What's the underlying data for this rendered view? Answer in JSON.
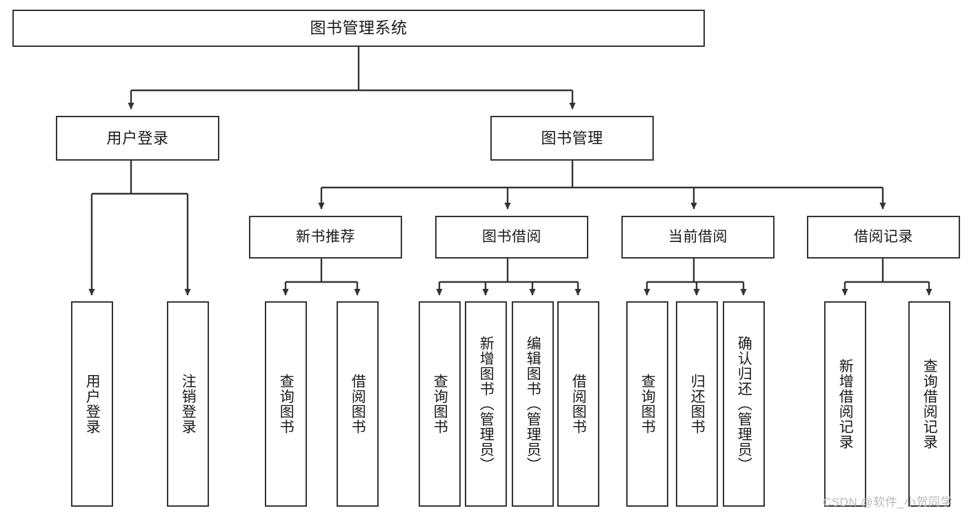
{
  "diagram": {
    "type": "hierarchy-tree",
    "title": "图书管理系统",
    "watermark": "CSDN @软件_小贺同学",
    "colors": {
      "stroke": "#333333",
      "fill": "#ffffff",
      "text": "#1a1a1a",
      "watermark": "#b8b8b8"
    },
    "nodes": {
      "root": {
        "label": "图书管理系统"
      },
      "level2": [
        {
          "label": "用户登录"
        },
        {
          "label": "图书管理"
        }
      ],
      "level3": [
        {
          "label": "新书推荐"
        },
        {
          "label": "图书借阅"
        },
        {
          "label": "当前借阅"
        },
        {
          "label": "借阅记录"
        }
      ],
      "leaves": [
        {
          "label": "用户登录"
        },
        {
          "label": "注销登录"
        },
        {
          "label": "查询图书"
        },
        {
          "label": "借阅图书"
        },
        {
          "label": "查询图书"
        },
        {
          "label": "新增图书（管理员）"
        },
        {
          "label": "编辑图书（管理员）"
        },
        {
          "label": "借阅图书"
        },
        {
          "label": "查询图书"
        },
        {
          "label": "归还图书"
        },
        {
          "label": "确认归还（管理员）"
        },
        {
          "label": "新增借阅记录"
        },
        {
          "label": "查询借阅记录"
        }
      ]
    },
    "edges": [
      {
        "from": "图书管理系统",
        "to": "用户登录"
      },
      {
        "from": "图书管理系统",
        "to": "图书管理"
      },
      {
        "from": "用户登录",
        "to": "用户登录"
      },
      {
        "from": "用户登录",
        "to": "注销登录"
      },
      {
        "from": "图书管理",
        "to": "新书推荐"
      },
      {
        "from": "图书管理",
        "to": "图书借阅"
      },
      {
        "from": "图书管理",
        "to": "当前借阅"
      },
      {
        "from": "图书管理",
        "to": "借阅记录"
      },
      {
        "from": "新书推荐",
        "to": "查询图书"
      },
      {
        "from": "新书推荐",
        "to": "借阅图书"
      },
      {
        "from": "图书借阅",
        "to": "查询图书"
      },
      {
        "from": "图书借阅",
        "to": "新增图书（管理员）"
      },
      {
        "from": "图书借阅",
        "to": "编辑图书（管理员）"
      },
      {
        "from": "图书借阅",
        "to": "借阅图书"
      },
      {
        "from": "当前借阅",
        "to": "查询图书"
      },
      {
        "from": "当前借阅",
        "to": "归还图书"
      },
      {
        "from": "当前借阅",
        "to": "确认归还（管理员）"
      },
      {
        "from": "借阅记录",
        "to": "新增借阅记录"
      },
      {
        "from": "借阅记录",
        "to": "查询借阅记录"
      }
    ]
  }
}
